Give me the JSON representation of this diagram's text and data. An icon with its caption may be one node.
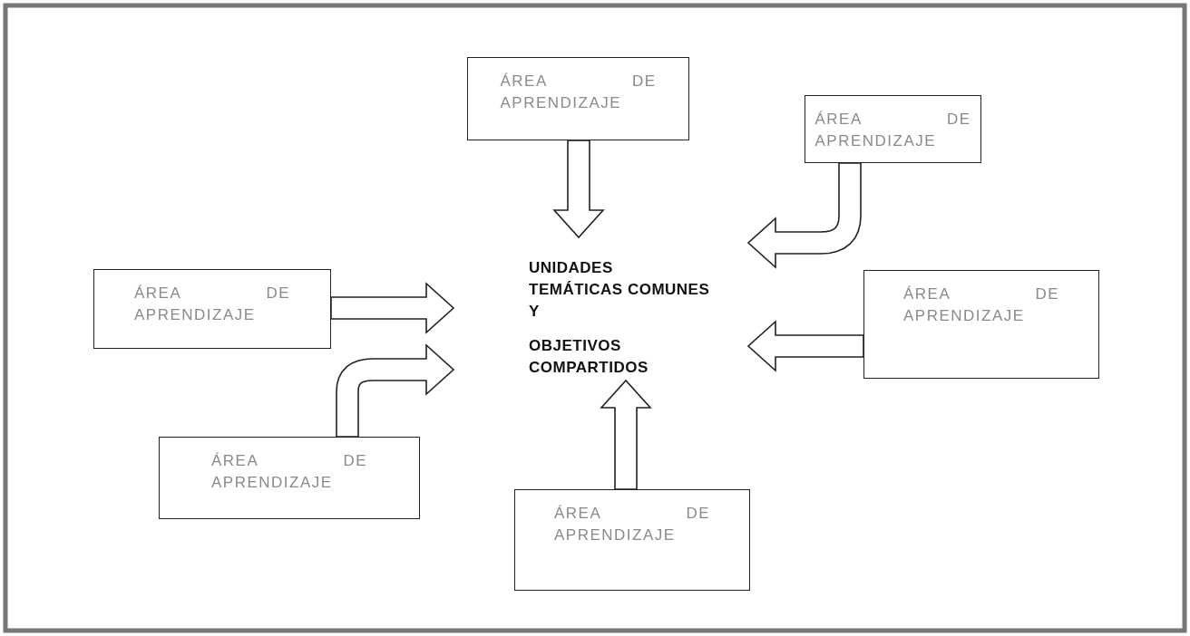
{
  "diagram": {
    "nodes": [
      {
        "text": [
          "ÁREA DE APRENDIZAJE"
        ]
      },
      {
        "text": [
          "ÁREA DE APRENDIZAJE"
        ]
      },
      {
        "text": [
          "ÁREA DE APRENDIZAJE"
        ]
      },
      {
        "text": [
          "UNIDADES TEMÁTICAS COMUNES Y",
          "OBJETIVOS COMPARTIDOS"
        ]
      },
      {
        "text": [
          "ÁREA DE APRENDIZAJE"
        ]
      },
      {
        "text": [
          "ÁREA DE APRENDIZAJE"
        ]
      },
      {
        "text": [
          "ÁREA DE APRENDIZAJE"
        ]
      }
    ],
    "edges": [
      {
        "from": 0,
        "to": 3,
        "arrow": "to"
      },
      {
        "from": 1,
        "to": 3,
        "arrow": "to"
      },
      {
        "from": 2,
        "to": 3,
        "arrow": "to"
      },
      {
        "from": 4,
        "to": 3,
        "arrow": "to"
      },
      {
        "from": 5,
        "to": 3,
        "arrow": "to"
      },
      {
        "from": 6,
        "to": 3,
        "arrow": "to"
      }
    ]
  }
}
